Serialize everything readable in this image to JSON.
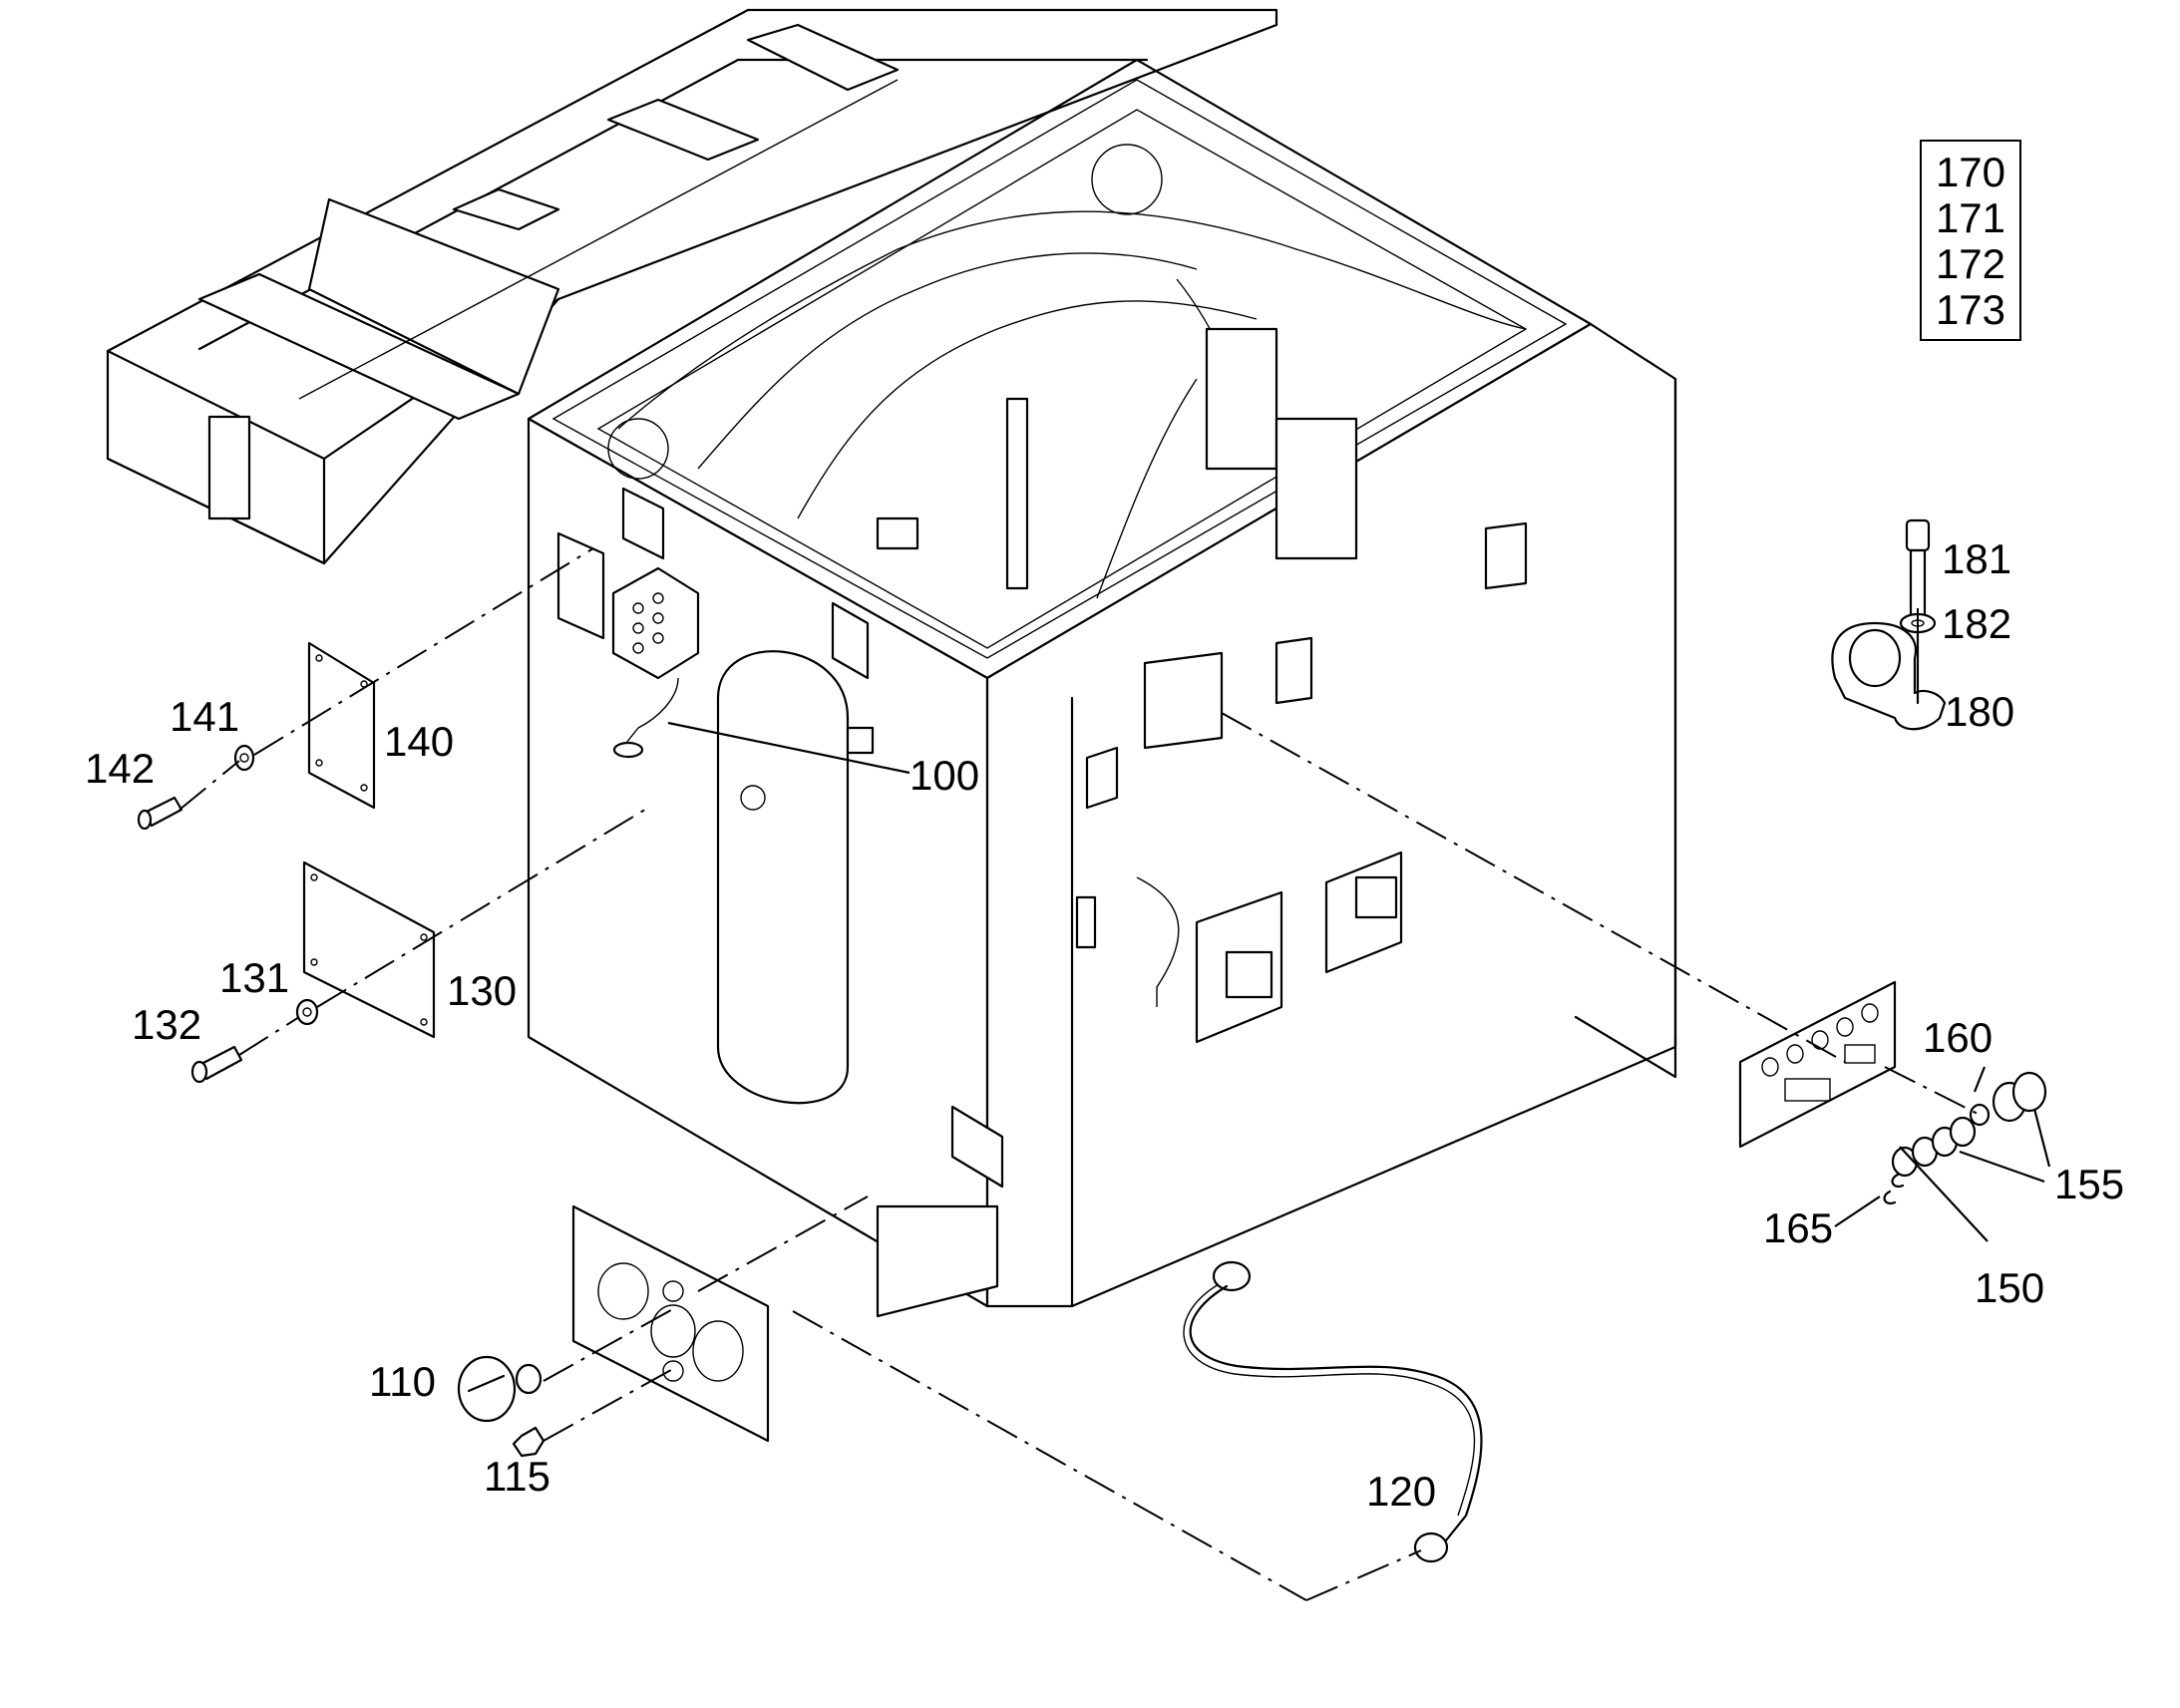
{
  "callouts": {
    "c100": "100",
    "c110": "110",
    "c115": "115",
    "c120": "120",
    "c130": "130",
    "c131": "131",
    "c132": "132",
    "c140": "140",
    "c141": "141",
    "c142": "142",
    "c150": "150",
    "c155": "155",
    "c160": "160",
    "c165": "165",
    "c180": "180",
    "c181": "181",
    "c182": "182"
  },
  "kit_box": {
    "items": [
      "170",
      "171",
      "172",
      "173"
    ]
  }
}
